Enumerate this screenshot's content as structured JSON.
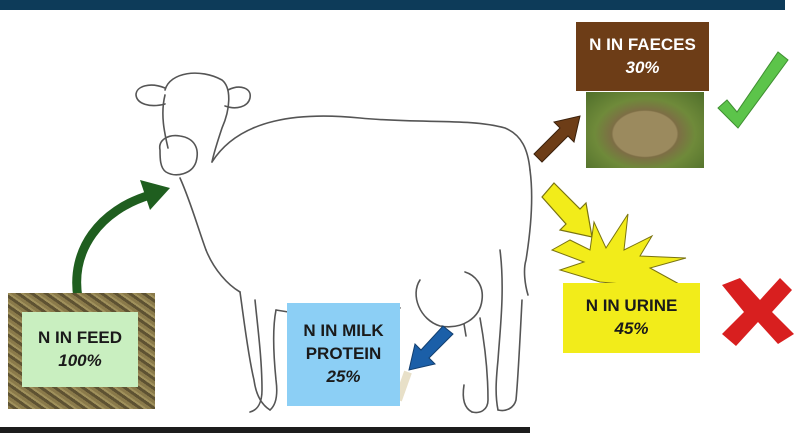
{
  "nodes": {
    "feed": {
      "label": "N IN FEED",
      "value": "100%"
    },
    "milk": {
      "label_line1": "N IN MILK",
      "label_line2": "PROTEIN",
      "value": "25%"
    },
    "faeces": {
      "label": "N IN FAECES",
      "value": "30%"
    },
    "urine": {
      "label": "N IN URINE",
      "value": "45%"
    }
  },
  "colors": {
    "feed_arrow": "#1f5e1f",
    "milk_arrow": "#1b5fa8",
    "faeces_arrow": "#6d3d17",
    "urine_arrow": "#f2ec1a",
    "check": "#5cc44a",
    "cross": "#d81f1f"
  },
  "icons": {
    "good": "check-icon",
    "bad": "cross-icon"
  }
}
